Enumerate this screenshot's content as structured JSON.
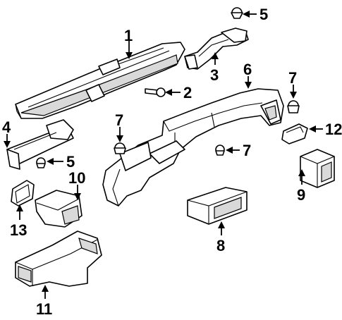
{
  "diagram": {
    "callouts": [
      {
        "id": "c1",
        "text": "1"
      },
      {
        "id": "c2",
        "text": "2"
      },
      {
        "id": "c3",
        "text": "3"
      },
      {
        "id": "c4",
        "text": "4"
      },
      {
        "id": "c5a",
        "text": "5"
      },
      {
        "id": "c5b",
        "text": "5"
      },
      {
        "id": "c6",
        "text": "6"
      },
      {
        "id": "c7a",
        "text": "7"
      },
      {
        "id": "c7b",
        "text": "7"
      },
      {
        "id": "c7c",
        "text": "7"
      },
      {
        "id": "c8",
        "text": "8"
      },
      {
        "id": "c9",
        "text": "9"
      },
      {
        "id": "c10",
        "text": "10"
      },
      {
        "id": "c11",
        "text": "11"
      },
      {
        "id": "c12",
        "text": "12"
      },
      {
        "id": "c13",
        "text": "13"
      }
    ]
  }
}
